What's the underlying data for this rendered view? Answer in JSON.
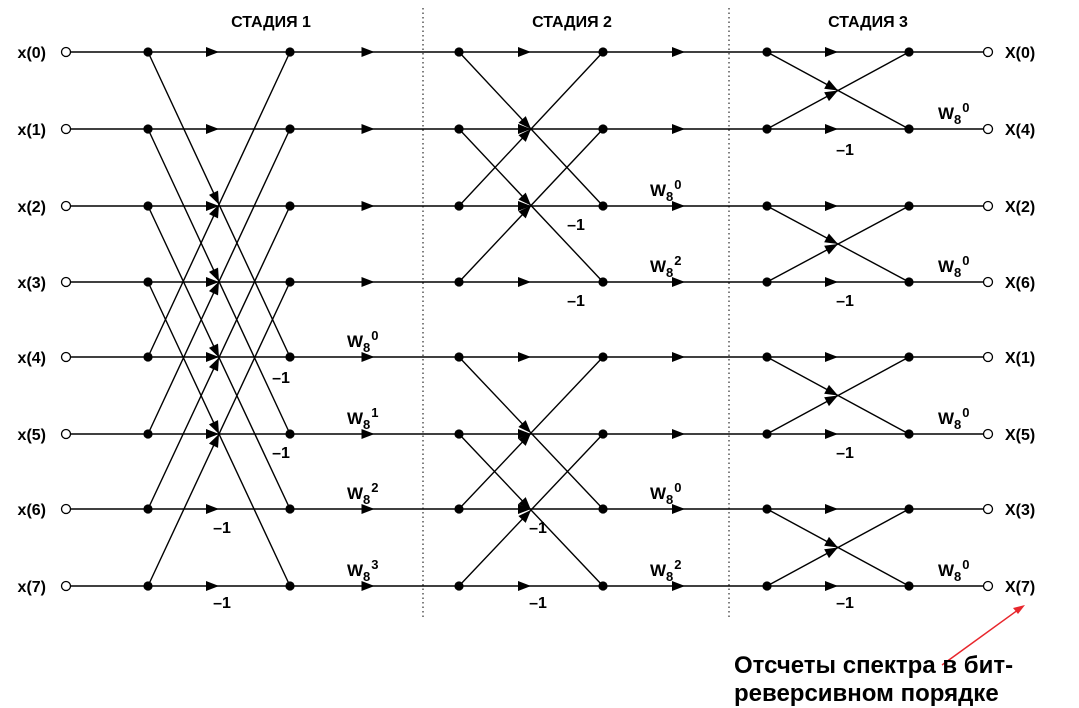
{
  "stages": [
    "СТАДИЯ 1",
    "СТАДИЯ 2",
    "СТАДИЯ 3"
  ],
  "inputs": [
    "x(0)",
    "x(1)",
    "x(2)",
    "x(3)",
    "x(4)",
    "x(5)",
    "x(6)",
    "x(7)"
  ],
  "outputs": [
    "X(0)",
    "X(4)",
    "X(2)",
    "X(6)",
    "X(1)",
    "X(5)",
    "X(3)",
    "X(7)"
  ],
  "minus_one": "–1",
  "twiddle_base": "W",
  "twiddle_sub": "8",
  "stage1_twiddle_powers": [
    "0",
    "1",
    "2",
    "3"
  ],
  "stage2_twiddle_powers": [
    "0",
    "2",
    "0",
    "2"
  ],
  "stage3_twiddle_powers": [
    "0",
    "0",
    "0",
    "0"
  ],
  "note": [
    "Отсчеты спектра в бит-",
    "реверсивном порядке"
  ],
  "colors": {
    "line": "#000000",
    "note_arrow": "#e8262c"
  }
}
